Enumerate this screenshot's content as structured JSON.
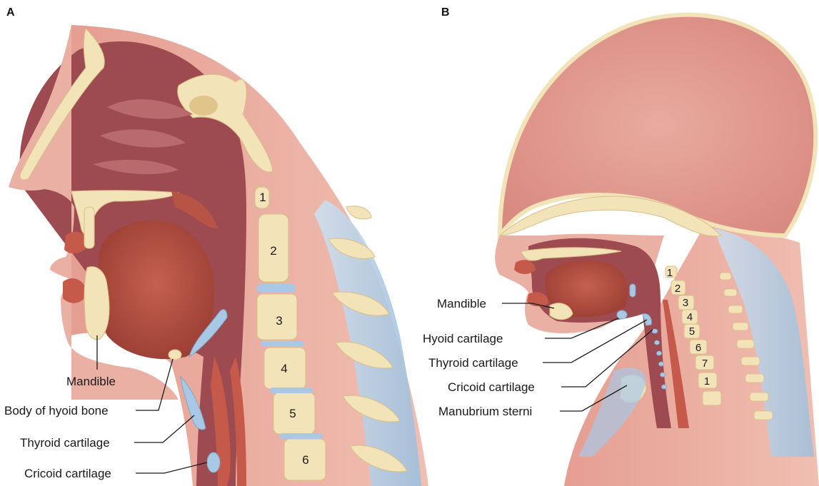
{
  "panels": {
    "a": {
      "letter": "A",
      "labels": {
        "mandible": "Mandible",
        "hyoid": "Body of hyoid bone",
        "thyroid": "Thyroid cartilage",
        "cricoid": "Cricoid cartilage"
      },
      "vertebrae": [
        "1",
        "2",
        "3",
        "4",
        "5",
        "6"
      ]
    },
    "b": {
      "letter": "B",
      "labels": {
        "mandible": "Mandible",
        "hyoid": "Hyoid cartilage",
        "thyroid": "Thyroid cartilage",
        "cricoid": "Cricoid cartilage",
        "manubrium": "Manubrium sterni"
      },
      "vertebrae": [
        "1",
        "2",
        "3",
        "4",
        "5",
        "6",
        "7",
        "1"
      ]
    }
  },
  "colors": {
    "skin": "#e7a69a",
    "skin_light": "#f2c4b8",
    "cavity": "#9d4b50",
    "cavity_dark": "#7a3238",
    "tongue": "#b85445",
    "bone": "#f3e3b8",
    "bone_edge": "#d9bf86",
    "cartilage": "#a8c8e6",
    "muscle": "#c65a4a"
  }
}
